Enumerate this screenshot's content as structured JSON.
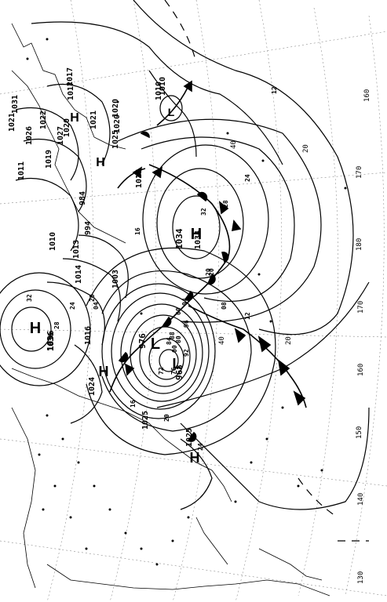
{
  "map": {
    "pressure_systems": [
      {
        "kind": "H",
        "value": "1034"
      },
      {
        "kind": "H",
        "value": "1036"
      },
      {
        "kind": "H",
        "value": "1024"
      },
      {
        "kind": "H",
        "value": "1025"
      },
      {
        "kind": "H",
        "value": "1021"
      },
      {
        "kind": "H",
        "value": "1020"
      },
      {
        "kind": "L",
        "value": "976"
      },
      {
        "kind": "L",
        "value": "968"
      },
      {
        "kind": "L",
        "value": "1010"
      }
    ],
    "isobar_labels": [
      "1034",
      "32",
      "28",
      "24",
      "20",
      "1036",
      "28",
      "24",
      "32",
      "1016",
      "1010",
      "994",
      "984",
      "1013",
      "1014",
      "1003",
      "1017",
      "1020",
      "1025",
      "1010",
      "12",
      "16",
      "20",
      "12",
      "04",
      "00",
      "08",
      "04",
      "96",
      "00",
      "92",
      "80",
      "84",
      "88",
      "76",
      "72",
      "20",
      "16",
      "1025",
      "24",
      "20",
      "1021",
      "1026",
      "1027",
      "1019",
      "1011",
      "1022",
      "1017",
      "1031",
      "1020",
      "1017"
    ],
    "lon_labels": [
      "160",
      "170",
      "180",
      "170",
      "160",
      "150",
      "140",
      "130"
    ],
    "lat_labels": [
      "40",
      "20",
      "40",
      "20"
    ],
    "line_color": "#000000"
  }
}
